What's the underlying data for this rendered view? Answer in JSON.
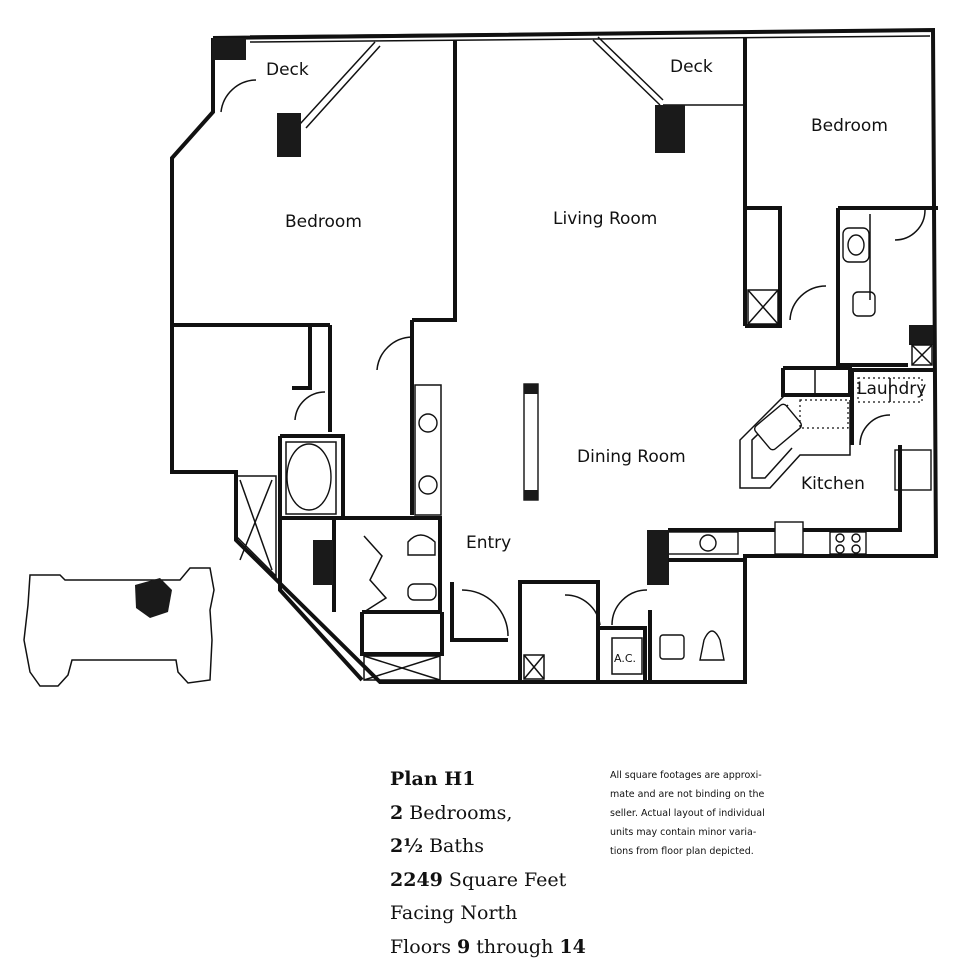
{
  "rooms": {
    "deck_left": "Deck",
    "deck_right": "Deck",
    "bedroom_left": "Bedroom",
    "bedroom_right": "Bedroom",
    "living_room": "Living Room",
    "dining_room": "Dining Room",
    "kitchen": "Kitchen",
    "laundry": "Laundry",
    "entry": "Entry",
    "ac": "A.C."
  },
  "plan_info": {
    "title": "Plan H1",
    "bedrooms_num": "2",
    "bedrooms_text": " Bedrooms,",
    "baths_num": "2½",
    "baths_text": " Baths",
    "sqft_num": "2249",
    "sqft_text": " Square Feet",
    "facing": "Facing North",
    "floors_prefix": "Floors ",
    "floors_from": "9",
    "floors_mid": " through ",
    "floors_to": "14"
  },
  "disclaimer": [
    "All square footages are approxi-",
    "mate and are not binding on the",
    "seller. Actual layout of individual",
    "units may contain minor varia-",
    "tions from floor plan depicted."
  ]
}
